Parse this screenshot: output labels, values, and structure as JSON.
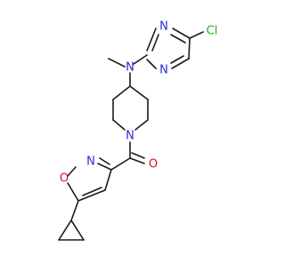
{
  "molecule": {
    "atom_labels": {
      "cl": "Cl",
      "n_pyr_top": "N",
      "n_pyr_bottom": "N",
      "n_amine": "N",
      "n_pip": "N",
      "o_carbonyl": "O",
      "n_isox": "N",
      "o_isox": "O"
    },
    "colors": {
      "bond": "#1a1a1a",
      "carbon": "#1a1a1a",
      "nitrogen": "#2a2ad8",
      "oxygen": "#e01010",
      "chlorine": "#18b018"
    }
  }
}
